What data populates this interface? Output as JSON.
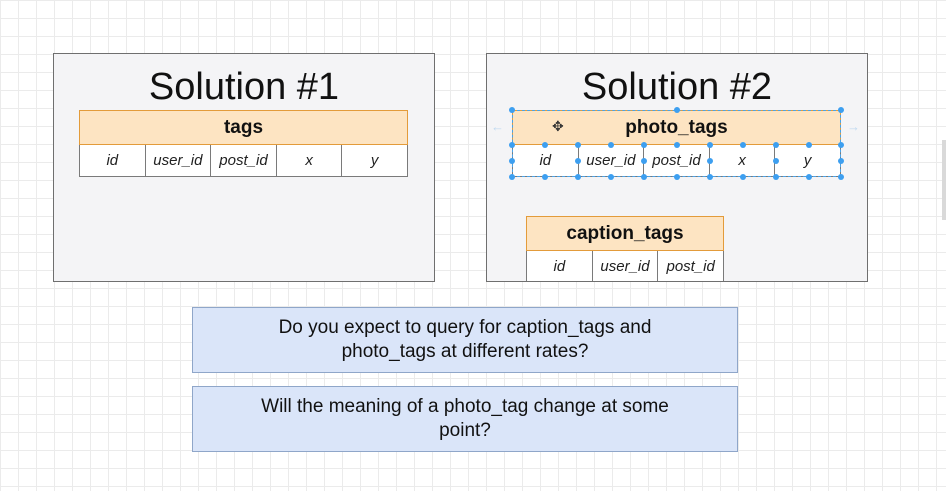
{
  "solution1": {
    "title": "Solution #1",
    "table": {
      "name": "tags",
      "columns": [
        "id",
        "user_id",
        "post_id",
        "x",
        "y"
      ]
    }
  },
  "solution2": {
    "title": "Solution #2",
    "photo_table": {
      "name": "photo_tags",
      "columns": [
        "id",
        "user_id",
        "post_id",
        "x",
        "y"
      ]
    },
    "caption_table": {
      "name": "caption_tags",
      "columns": [
        "id",
        "user_id",
        "post_id"
      ]
    }
  },
  "questions": [
    "Do you expect to query for caption_tags and photo_tags at different rates?",
    "Will the meaning of a photo_tag change at some point?"
  ],
  "colors": {
    "table_header_fill": "#fde4c2",
    "table_header_border": "#e39b3a",
    "question_fill": "#dae5f9",
    "selection": "#3d9ff0"
  }
}
